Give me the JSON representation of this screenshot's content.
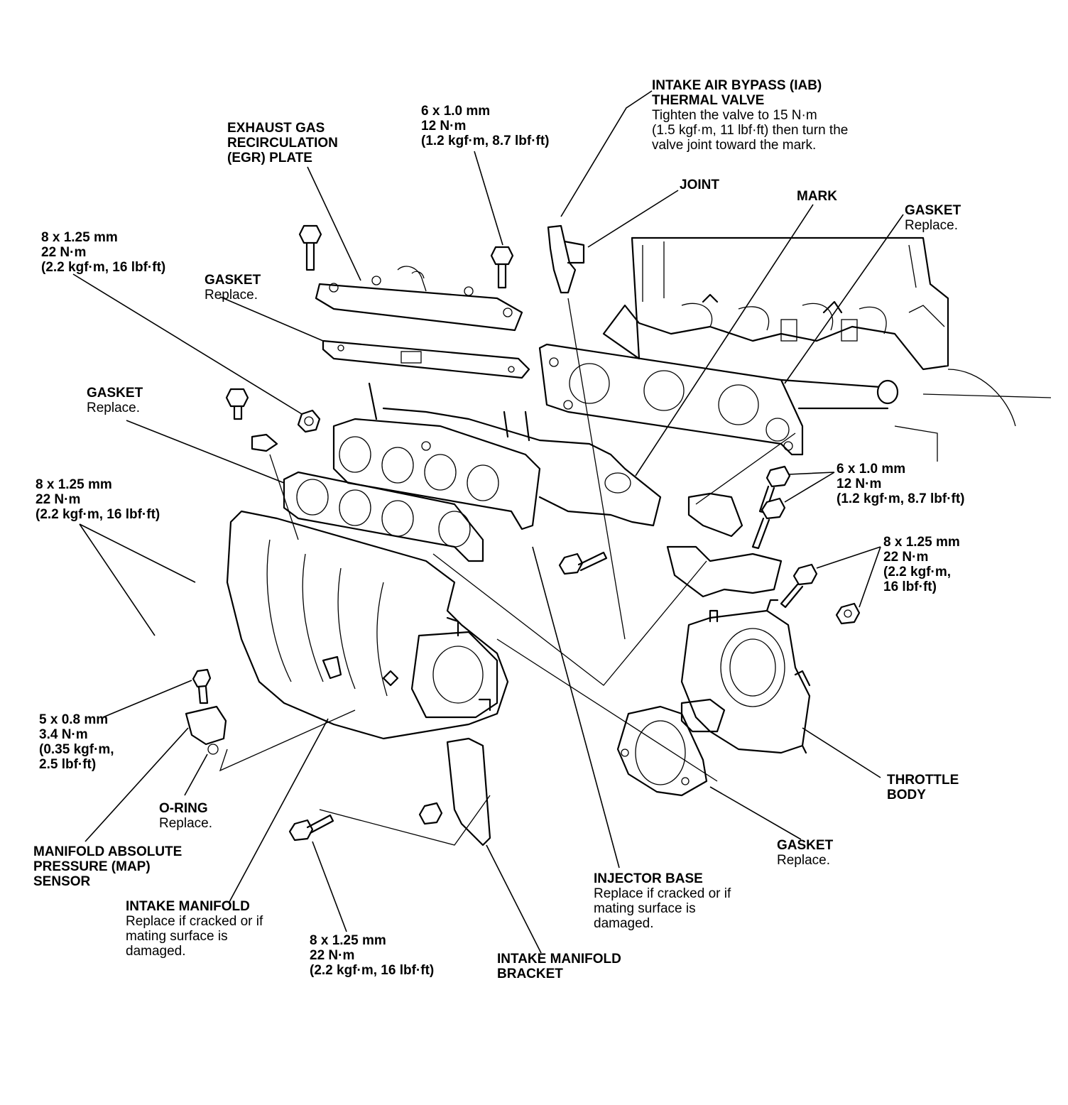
{
  "labels": {
    "egr_plate": [
      "EXHAUST GAS",
      "RECIRCULATION",
      "(EGR) PLATE"
    ],
    "egr_bolt": [
      "6 x 1.0 mm",
      "12 N·m",
      "(1.2 kgf·m, 8.7 lbf·ft)"
    ],
    "iab_title": [
      "INTAKE AIR BYPASS (IAB)",
      "THERMAL VALVE"
    ],
    "iab_note": [
      "Tighten the valve to 15 N·m",
      "(1.5 kgf·m, 11 lbf·ft)  then turn the",
      "valve joint toward the mark."
    ],
    "joint": "JOINT",
    "mark": "MARK",
    "gasket_head_title": "GASKET",
    "gasket_head_note": "Replace.",
    "nut_upper": [
      "8 x 1.25 mm",
      "22 N·m",
      "(2.2 kgf·m, 16 lbf·ft)"
    ],
    "gasket_egr_title": "GASKET",
    "gasket_egr_note": "Replace.",
    "gasket_injector_title": "GASKET",
    "gasket_injector_note": "Replace.",
    "manifold_fasteners": [
      "8 x 1.25 mm",
      "22 N·m",
      "(2.2 kgf·m, 16 lbf·ft)"
    ],
    "bracket_bolts": [
      "6 x 1.0 mm",
      "12 N·m",
      "(1.2 kgf·m, 8.7 lbf·ft)"
    ],
    "throttle_fasteners": [
      "8 x 1.25 mm",
      "22 N·m",
      "(2.2 kgf·m,",
      "16 lbf·ft)"
    ],
    "map_bolt": [
      "5 x 0.8 mm",
      "3.4 N·m",
      "(0.35 kgf·m,",
      "2.5 lbf·ft)"
    ],
    "throttle_body": [
      "THROTTLE",
      "BODY"
    ],
    "oring_title": "O-RING",
    "oring_note": "Replace.",
    "gasket_throttle_title": "GASKET",
    "gasket_throttle_note": "Replace.",
    "map_sensor": [
      "MANIFOLD ABSOLUTE",
      "PRESSURE (MAP)",
      "SENSOR"
    ],
    "injector_base_title": "INJECTOR BASE",
    "injector_base_note": [
      "Replace if cracked or if",
      "mating surface is",
      "damaged."
    ],
    "intake_manifold_title": "INTAKE MANIFOLD",
    "intake_manifold_note": [
      "Replace if cracked or if",
      "mating surface is",
      "damaged."
    ],
    "bracket_bolt_lower": [
      "8 x 1.25 mm",
      "22 N·m",
      "(2.2 kgf·m, 16 lbf·ft)"
    ],
    "manifold_bracket": [
      "INTAKE MANIFOLD",
      "BRACKET"
    ]
  }
}
